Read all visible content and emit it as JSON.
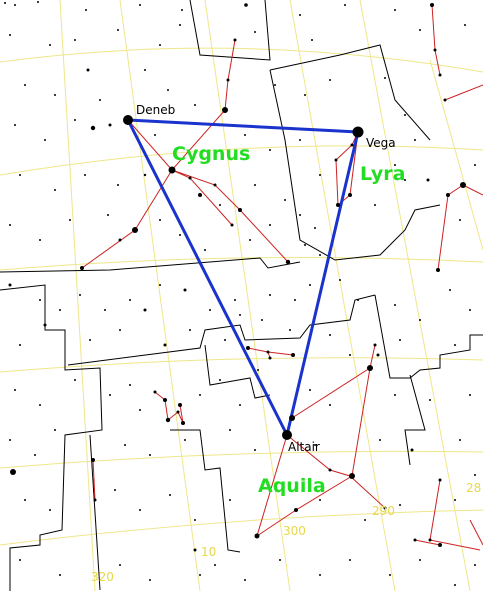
{
  "stars": {
    "deneb": "Deneb",
    "vega": "Vega",
    "altair": "Altair"
  },
  "constellations": {
    "cygnus": "Cygnus",
    "lyra": "Lyra",
    "aquila": "Aquila"
  },
  "grid_labels": {
    "ra_320": "320",
    "ra_310": "10",
    "ra_300": "300",
    "ra_290": "290",
    "ra_280": "28"
  },
  "colors": {
    "triangle": "#1a33cc",
    "constellation_lines": "#cc2222",
    "boundaries": "#000000",
    "grid": "#f0e68c",
    "labels": "#22dd22"
  }
}
